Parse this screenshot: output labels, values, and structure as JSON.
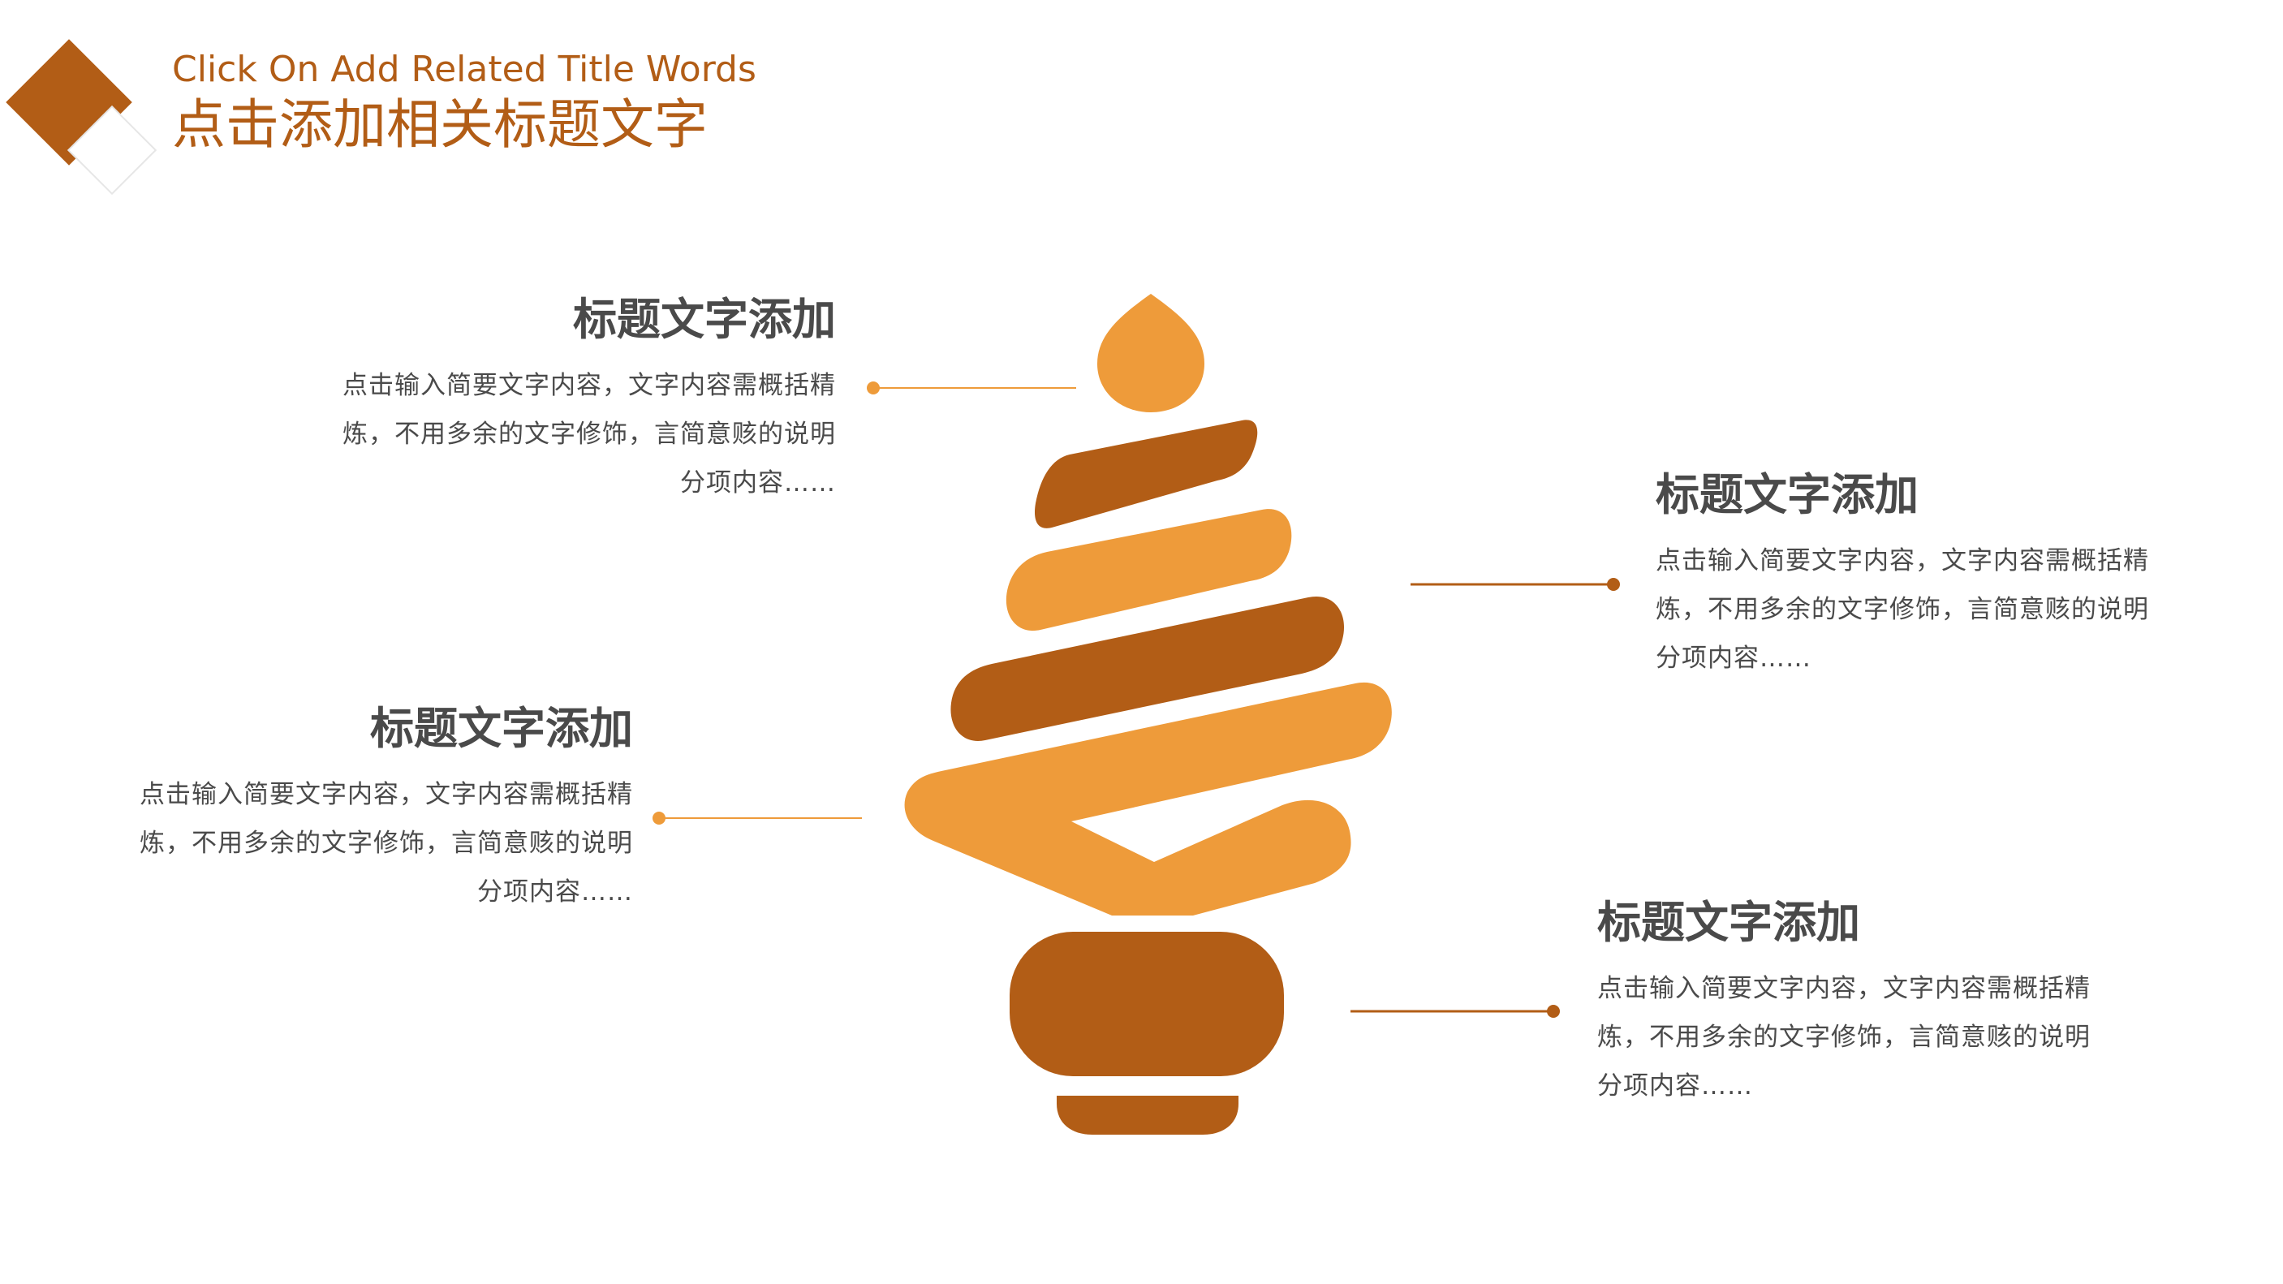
{
  "header": {
    "title_en": "Click On Add Related Title Words",
    "title_cn": "点击添加相关标题文字"
  },
  "blocks": [
    {
      "heading": "标题文字添加",
      "body": "点击输入简要文字内容，文字内容需概括精炼，不用多余的文字修饰，言简意赅的说明分项内容……"
    },
    {
      "heading": "标题文字添加",
      "body": "点击输入简要文字内容，文字内容需概括精炼，不用多余的文字修饰，言简意赅的说明分项内容……"
    },
    {
      "heading": "标题文字添加",
      "body": "点击输入简要文字内容，文字内容需概括精炼，不用多余的文字修饰，言简意赅的说明分项内容……"
    },
    {
      "heading": "标题文字添加",
      "body": "点击输入简要文字内容，文字内容需概括精炼，不用多余的文字修饰，言简意赅的说明分项内容……"
    }
  ],
  "colors": {
    "dark_orange": "#b25d16",
    "light_orange": "#ee9b3a",
    "text_gray": "#4a4a4a"
  }
}
